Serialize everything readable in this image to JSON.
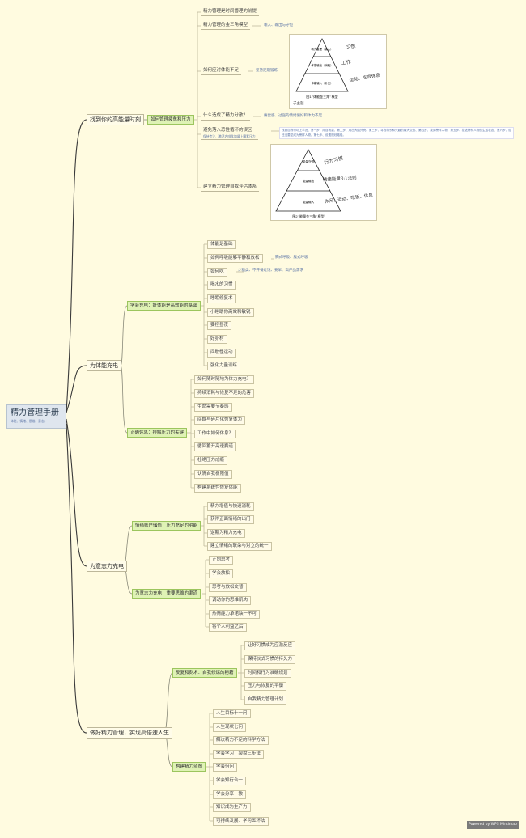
{
  "root": {
    "title": "精力管理手册",
    "subtitle": "体能、情绪、思维、意志。"
  },
  "b1": {
    "label": "找到你的高能量时刻",
    "sub": "如何管理疲惫和压力",
    "items": [
      "精力管理是时间管理的前提",
      "精力管理的金三角模型",
      "如何应对体能不足",
      "什么造成了精力分散？",
      "避免落入恶性循环的误区",
      "建立精力管理自我评估体系"
    ],
    "notes": {
      "triangle_model": "输入、输出与守恒",
      "insufficient": "坚持定期锻炼",
      "distraction": "痛觉感、过强的情绪偏好和体力不足",
      "trap_note": "保持专注、激活内啡肽和肾上腺素压力",
      "trap_text": "找到自我行动上手进、第一步、用自我激、第二步、用出大脑外壳、第三步、寻找特长和兴趣的最大交集、第四步、找到榜样人物、第五步、描述榜样人物的生活状态、第六步、给还没要坚成为榜样人物、第七步、设置规划路径。"
    },
    "img1": {
      "caption": "子主题",
      "figure": "图1 \"体能金三角\" 模型",
      "levels": [
        "精力管理（输入）",
        "体能输出（消耗）",
        "体能输入（补充）"
      ],
      "hand1": "习惯",
      "hand2": "工作",
      "hand3": "运动、吃饭休息"
    },
    "img2": {
      "figure": "图2 \"能量金三角\" 模型",
      "levels": [
        "能量守恒",
        "能量输出",
        "能量输入"
      ],
      "hand1": "行为习惯",
      "hand2": "情绪能量3:1法则",
      "hand3": "休闲、运动、吃饭、休息"
    }
  },
  "b2": {
    "label": "为体能充电",
    "g1": {
      "label": "学会充电：好体能是高效能的基础",
      "items": [
        "体能是基础",
        "如何呼吸能够平静和放松",
        "如何吃",
        "喝水的习惯",
        "睡眠修复术",
        "小睡助你高效和敏锐",
        "要控昼夜",
        "好身材",
        "间歇性运动",
        "强化力量训练"
      ],
      "notes": {
        "breath": "胸式呼吸、腹式呼吸",
        "eat": "少糖类、不开餐过饱、要早、高产品需求"
      }
    },
    "g2": {
      "label": "正确休息：排解压力的关键",
      "items": [
        "如何随时随地为体力充电？",
        "持续消耗与恢复不足的危害",
        "生命需要节奏感",
        "间歇与碎片化恢复体力",
        "工作中如何休息？",
        "循回蓄开高速赛道",
        "杜绝压力成瘾",
        "认清自我极限值",
        "构建系统性恢复体能"
      ]
    }
  },
  "b3": {
    "label": "为意志力充电",
    "g1": {
      "label": "情绪账户储值：压力充足的明能",
      "items": [
        "精力增值与快速消耗",
        "获得正面情绪的出门",
        "逆期为精力充电",
        "建立情绪的联朵与对立的统一"
      ]
    },
    "g2": {
      "label": "为意志力充电：重要思维的渠道",
      "items": [
        "正向思考",
        "学会放松",
        "思考与放松交替",
        "调动你的思维肌肉",
        "热情能力承诺缺一不可",
        "将个人利益之后"
      ]
    }
  },
  "b4": {
    "label": "做好精力管理，实现高倍速人生",
    "g1": {
      "label": "反复和刻术：自我修炼的秘籍",
      "items": [
        "让好习惯成为应激反应",
        "保持仪式习惯的持久力",
        "时间和行为准确规划",
        "压力与恢复的平衡",
        "自我精力管理计划"
      ]
    },
    "g2": {
      "label": "构建精力蓝图",
      "items": [
        "人生目标十一问",
        "人生现状七问",
        "解决精力不足的科学方法",
        "学会学习：製盘三步法",
        "学会倍问",
        "学会知行合一",
        "学会分享：教",
        "知识成为生产力",
        "可持续发展：学习五环法"
      ]
    }
  },
  "footer": "Powered by WPS Mindmap",
  "colors": {
    "background": "#fffbe0",
    "accent": "#dff2b5",
    "line": "#3a3a3a"
  }
}
